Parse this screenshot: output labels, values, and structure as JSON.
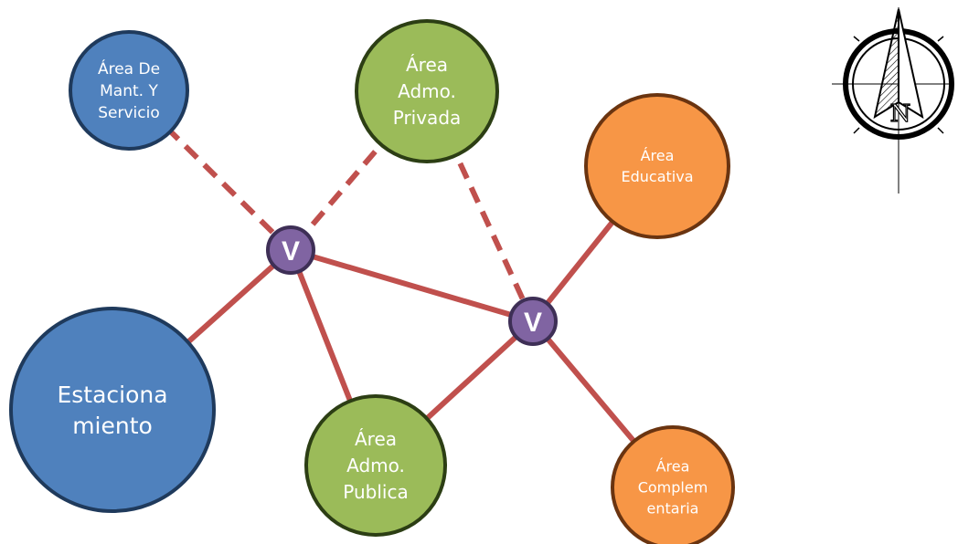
{
  "colors": {
    "connector": "#c0504d",
    "blue": "#4f81bd",
    "blue_stroke": "#1f3a5c",
    "green": "#9bbb59",
    "green_stroke": "#2c3e14",
    "orange": "#f79646",
    "orange_stroke": "#6a3410",
    "hub": "#8064a2",
    "hub_stroke": "#3e2f56",
    "compass": "#000000"
  },
  "nodes": {
    "mantenimiento": {
      "lines": [
        "Área De",
        "Mant. Y",
        "Servicio"
      ],
      "color": "blue"
    },
    "admo_privada": {
      "lines": [
        "Área",
        "Admo.",
        "Privada"
      ],
      "color": "green"
    },
    "educativa": {
      "lines": [
        "Área",
        "Educativa"
      ],
      "color": "orange"
    },
    "estacionamiento": {
      "lines": [
        "Estaciona",
        "miento"
      ],
      "color": "blue"
    },
    "admo_publica": {
      "lines": [
        "Área",
        "Admo.",
        "Publica"
      ],
      "color": "green"
    },
    "complementaria": {
      "lines": [
        "Área",
        "Complem",
        "entaria"
      ],
      "color": "orange"
    }
  },
  "hubs": {
    "v1": {
      "label": "V"
    },
    "v2": {
      "label": "V"
    }
  },
  "connections": [
    {
      "from": "mantenimiento",
      "to": "v1",
      "style": "dashed"
    },
    {
      "from": "admo_privada",
      "to": "v1",
      "style": "dashed"
    },
    {
      "from": "admo_privada",
      "to": "v2",
      "style": "dashed"
    },
    {
      "from": "v1",
      "to": "v2",
      "style": "solid"
    },
    {
      "from": "v1",
      "to": "estacionamiento",
      "style": "solid"
    },
    {
      "from": "v1",
      "to": "admo_publica",
      "style": "solid"
    },
    {
      "from": "v2",
      "to": "educativa",
      "style": "solid"
    },
    {
      "from": "v2",
      "to": "admo_publica",
      "style": "solid"
    },
    {
      "from": "v2",
      "to": "complementaria",
      "style": "solid"
    }
  ],
  "compass": {
    "label": "N",
    "icon": "north-arrow-icon"
  }
}
